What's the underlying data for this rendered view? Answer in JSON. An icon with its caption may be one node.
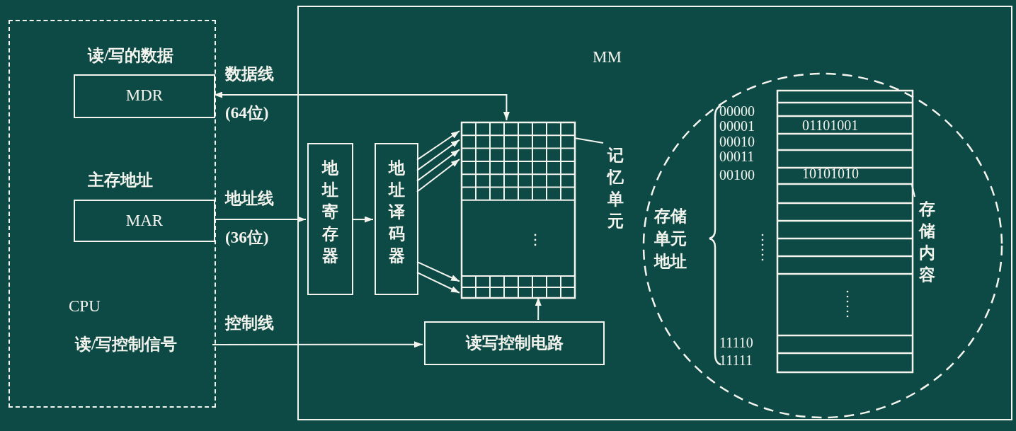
{
  "diagram": {
    "nodes": [
      {
        "text": [
          "CPU"
        ]
      },
      {
        "text": [
          "读/写的数据",
          "MDR"
        ],
        "in": 0
      },
      {
        "text": [
          "主存地址",
          "MAR"
        ],
        "in": 0
      },
      {
        "text": [
          "读/写控制信号"
        ],
        "in": 0
      },
      {
        "text": [
          "MM"
        ]
      },
      {
        "text": [
          "地址寄存器"
        ],
        "in": 4
      },
      {
        "text": [
          "地址译码器"
        ],
        "in": 4
      },
      {
        "text": [],
        "shape": "box",
        "in": 4
      },
      {
        "text": [
          "记忆单元"
        ],
        "in": 4
      },
      {
        "text": [
          "读写控制电路"
        ],
        "in": 4
      },
      {
        "text": [],
        "shape": "circle",
        "in": 4
      },
      {
        "text": [],
        "shape": "box",
        "in": 10
      },
      {
        "text": [
          "存储内容"
        ],
        "in": 10
      }
    ],
    "edges": [
      {
        "from": 1,
        "to": 7,
        "arrow": "both",
        "label": "数据线"
      },
      {
        "from": 2,
        "to": 5,
        "arrow": "to",
        "label": "地址线"
      },
      {
        "from": 3,
        "to": 9,
        "arrow": "to",
        "label": "控制线"
      },
      {
        "from": 5,
        "to": 6,
        "arrow": "to"
      },
      {
        "from": 6,
        "to": 7,
        "arrow": "to"
      },
      {
        "from": 6,
        "to": 7,
        "arrow": "to"
      },
      {
        "from": 6,
        "to": 7,
        "arrow": "to"
      },
      {
        "from": 6,
        "to": 7,
        "arrow": "to"
      },
      {
        "from": 6,
        "to": 7,
        "arrow": "to"
      },
      {
        "from": 6,
        "to": 7,
        "arrow": "to"
      },
      {
        "from": 9,
        "to": 7,
        "arrow": "to"
      },
      {
        "from": 8,
        "to": 7,
        "arrow": "none"
      },
      {
        "from": 12,
        "to": 11,
        "arrow": "none"
      }
    ],
    "labels": [
      "(64位)",
      "(36位)",
      "存储单元地址",
      "00000",
      "00001",
      "01101001",
      "00010",
      "00011",
      "00100",
      "10101010",
      "11110",
      "11111"
    ]
  }
}
